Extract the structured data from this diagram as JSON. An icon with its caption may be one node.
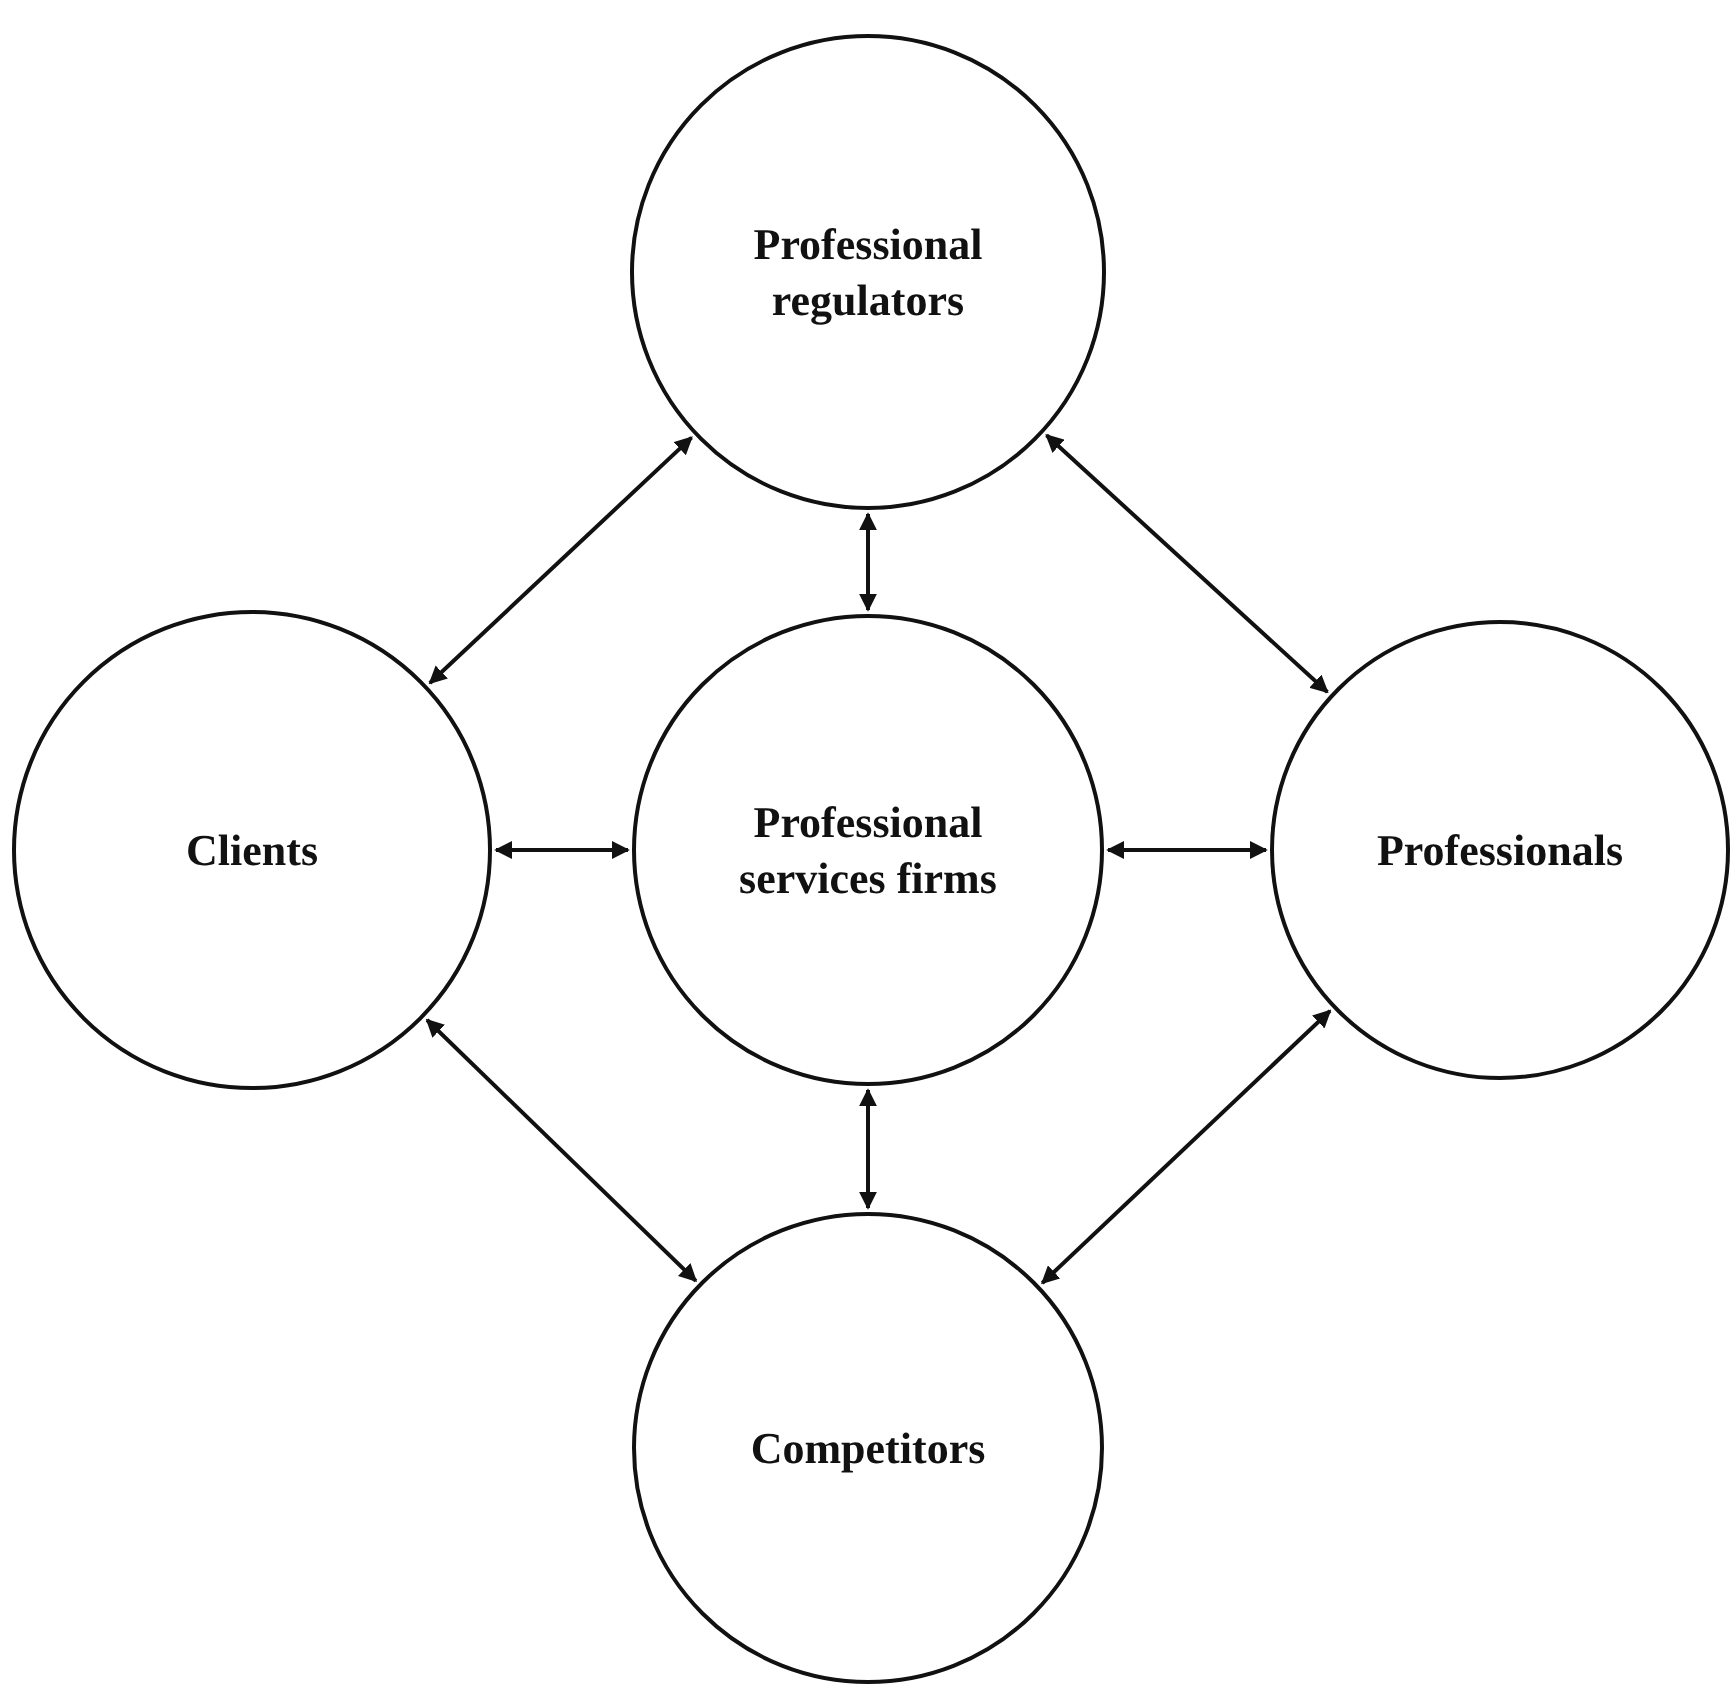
{
  "diagram": {
    "nodes": [
      {
        "text": [
          "Professional regulators"
        ]
      },
      {
        "text": [
          "Clients"
        ]
      },
      {
        "text": [
          "Professional services firms"
        ]
      },
      {
        "text": [
          "Professionals"
        ]
      },
      {
        "text": [
          "Competitors"
        ]
      }
    ],
    "edges": [
      {
        "from": 1,
        "to": 0,
        "arrow": "both"
      },
      {
        "from": 2,
        "to": 0,
        "arrow": "both"
      },
      {
        "from": 0,
        "to": 3,
        "arrow": "both"
      },
      {
        "from": 1,
        "to": 2,
        "arrow": "both"
      },
      {
        "from": 2,
        "to": 3,
        "arrow": "both"
      },
      {
        "from": 1,
        "to": 4,
        "arrow": "both"
      },
      {
        "from": 2,
        "to": 4,
        "arrow": "both"
      },
      {
        "from": 3,
        "to": 4,
        "arrow": "both"
      }
    ]
  }
}
